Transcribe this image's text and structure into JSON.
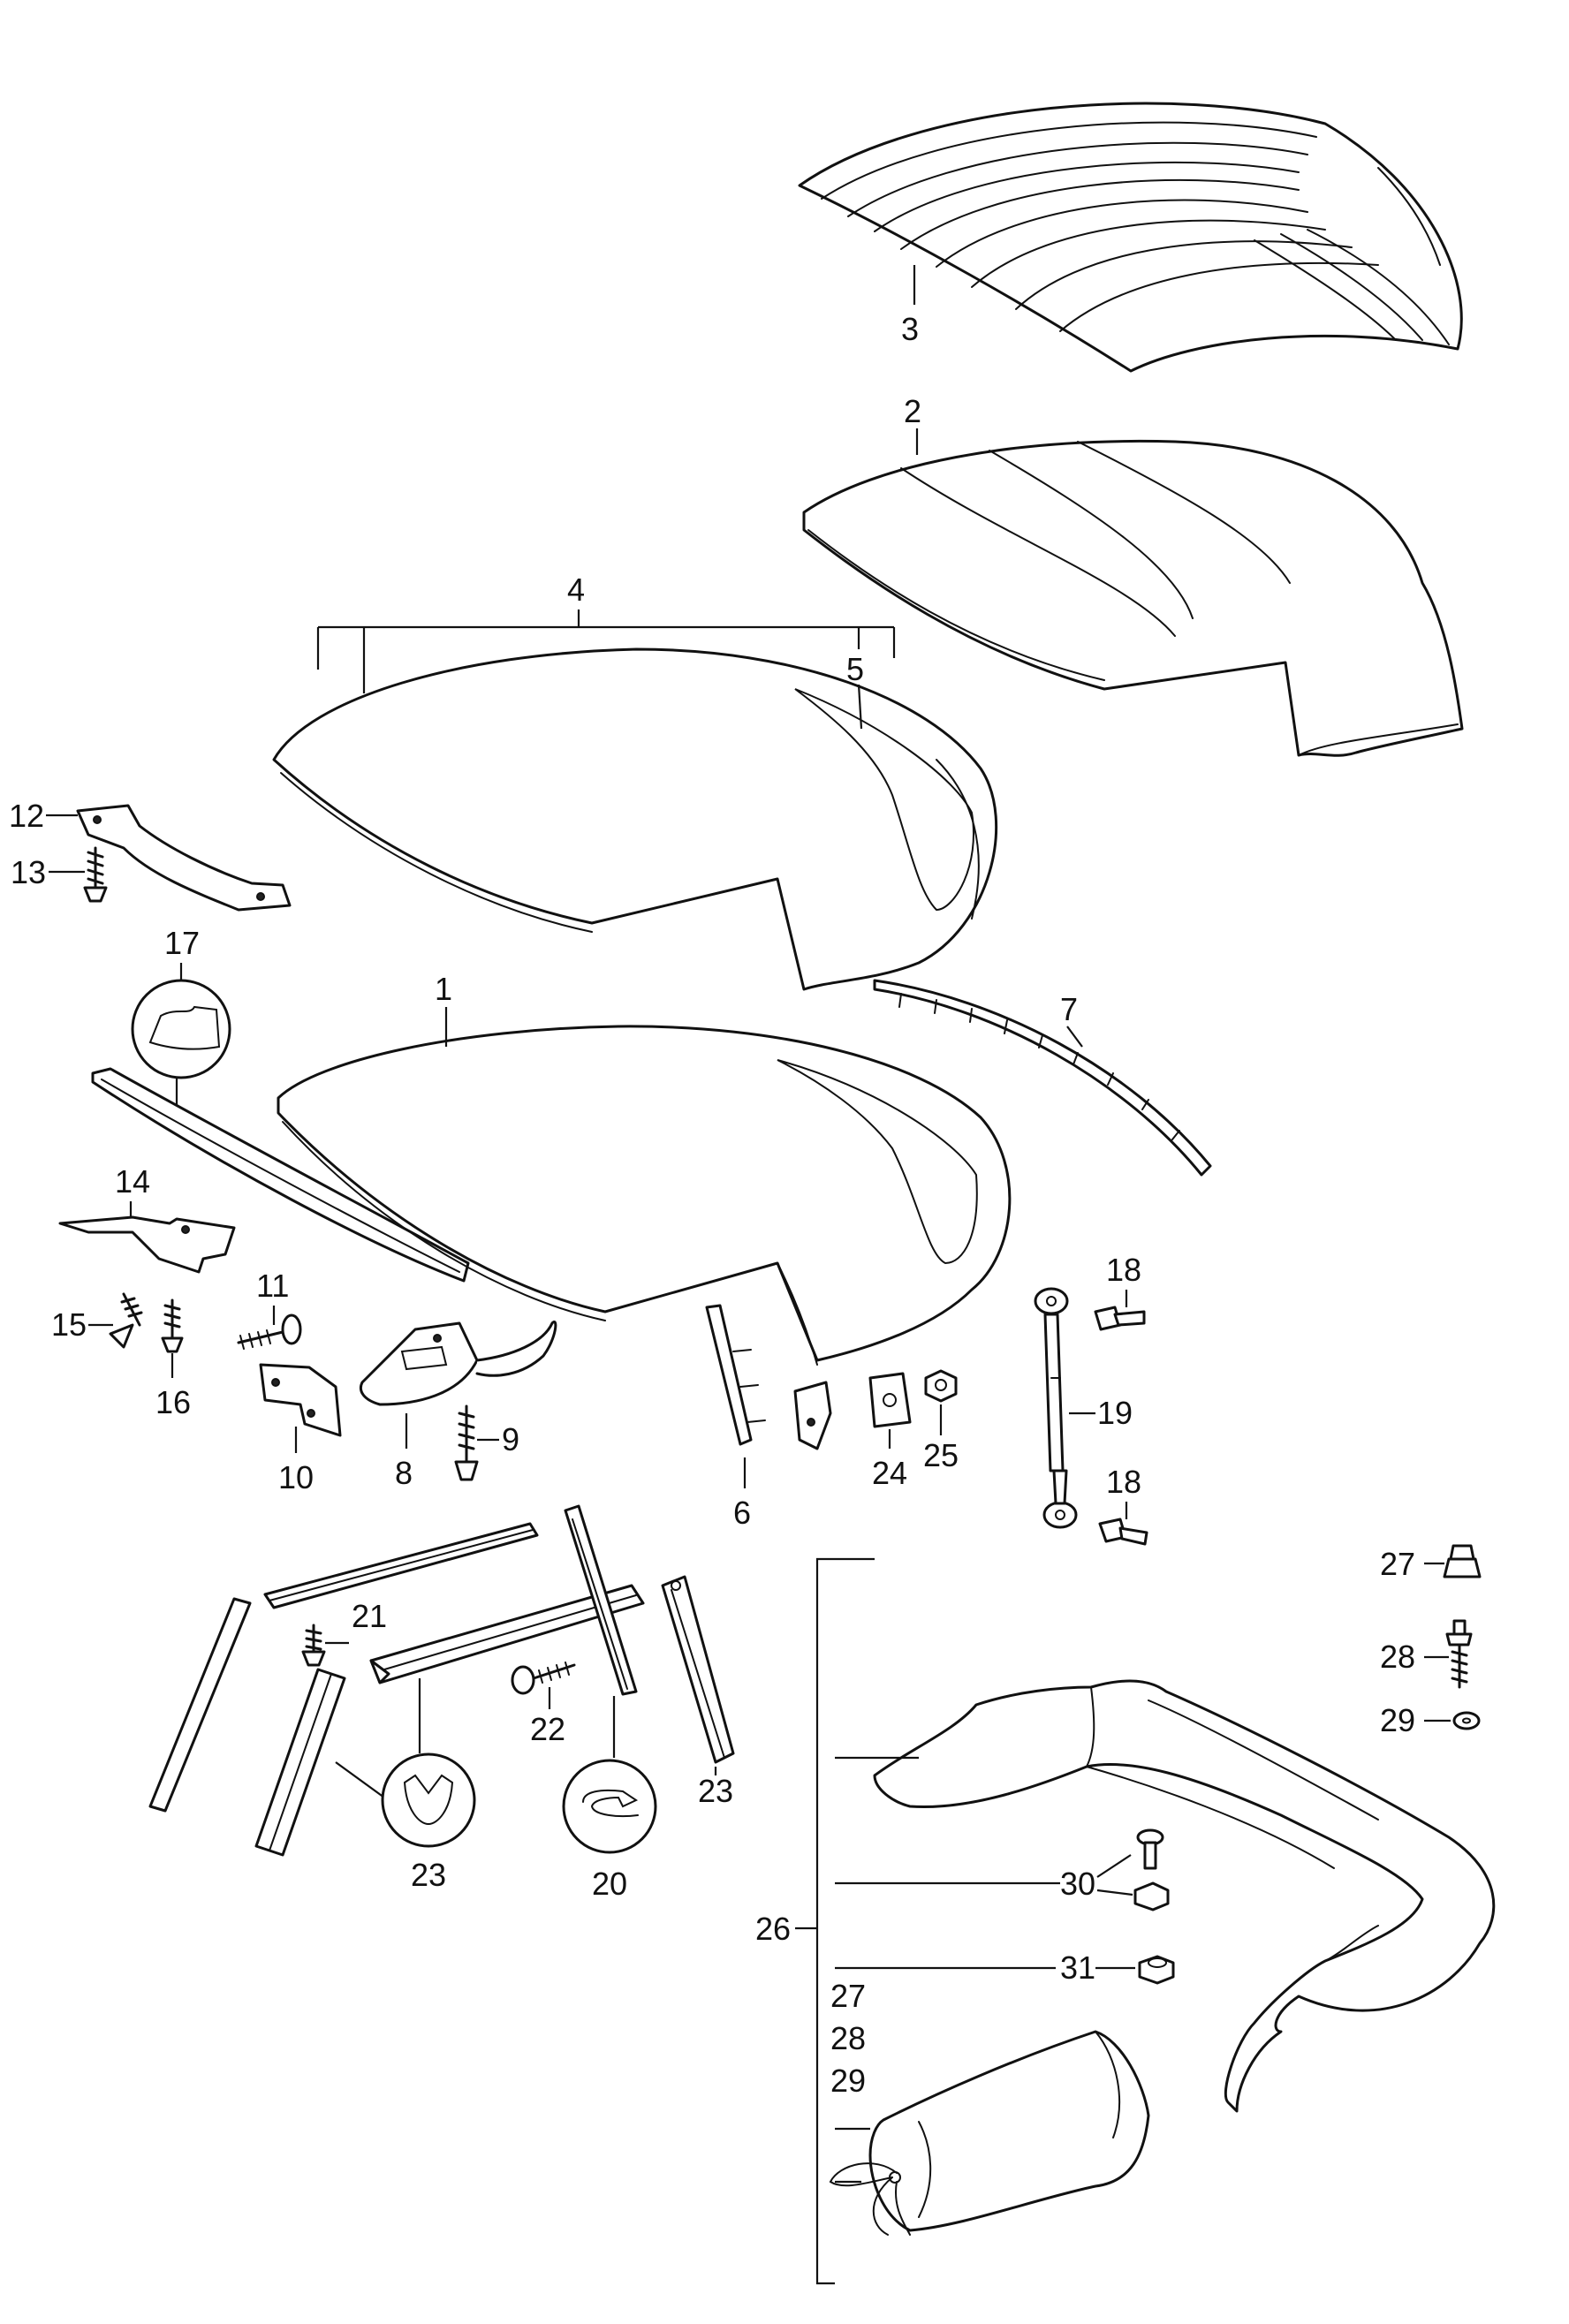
{
  "labels": {
    "l1": "1",
    "l2": "2",
    "l3": "3",
    "l4": "4",
    "l5": "5",
    "l6": "6",
    "l7": "7",
    "l8": "8",
    "l9": "9",
    "l10": "10",
    "l11": "11",
    "l12": "12",
    "l13": "13",
    "l14": "14",
    "l15": "15",
    "l16": "16",
    "l17": "17",
    "l18a": "18",
    "l18b": "18",
    "l19": "19",
    "l20": "20",
    "l21": "21",
    "l22": "22",
    "l23a": "23",
    "l23b": "23",
    "l24": "24",
    "l25": "25",
    "l26": "26",
    "l27a": "27",
    "l27b": "27",
    "l28a": "28",
    "l28b": "28",
    "l29a": "29",
    "l29b": "29",
    "l30": "30",
    "l31": "31"
  }
}
